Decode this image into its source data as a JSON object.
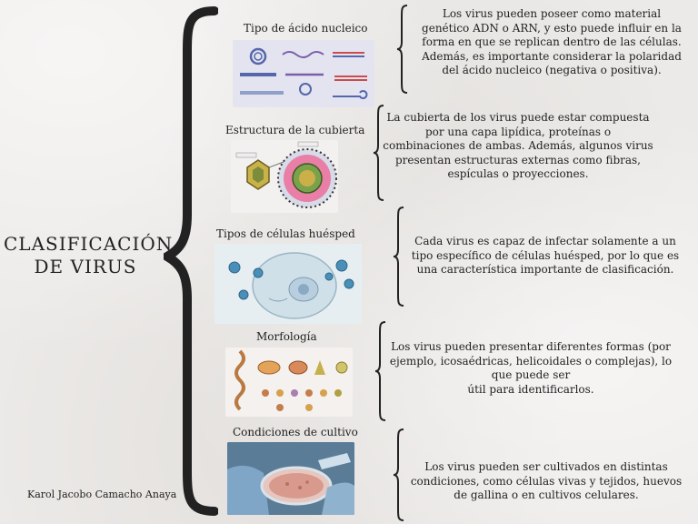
{
  "title_lines": [
    "CLASIFICACIÓN",
    "DE VIRUS"
  ],
  "author": "Karol Jacobo Camacho Anaya",
  "categories": [
    {
      "title": "Tipo de ácido nucleico",
      "description_lines": [
        "Los virus pueden poseer como material",
        "genético ADN o ARN, y esto puede influir en la",
        "forma en que se replican dentro de las células.",
        "Además, es importante considerar la polaridad",
        "del ácido nucleico (negativa o positiva)."
      ]
    },
    {
      "title": "Estructura de la cubierta",
      "description_lines": [
        "La cubierta de los virus puede estar compuesta",
        "por una capa lipídica, proteínas o",
        "combinaciones de ambas. Además, algunos virus",
        "presentan estructuras externas como fibras,",
        "espículas o proyecciones."
      ]
    },
    {
      "title": "Tipos de células huésped",
      "description_lines": [
        "Cada virus es capaz de infectar solamente a un",
        "tipo específico de células huésped, por lo que es",
        "una característica importante de clasificación."
      ]
    },
    {
      "title": "Morfología",
      "description_lines": [
        "Los virus pueden presentar diferentes formas (por",
        "ejemplo, icosaédricas, helicoidales o complejas), lo",
        "que puede ser",
        "útil para identificarlos."
      ]
    },
    {
      "title": "Condiciones de cultivo",
      "description_lines": [
        "Los virus pueden ser cultivados en distintas",
        "condiciones, como células vivas y tejidos, huevos",
        "de gallina o en cultivos celulares."
      ]
    }
  ]
}
